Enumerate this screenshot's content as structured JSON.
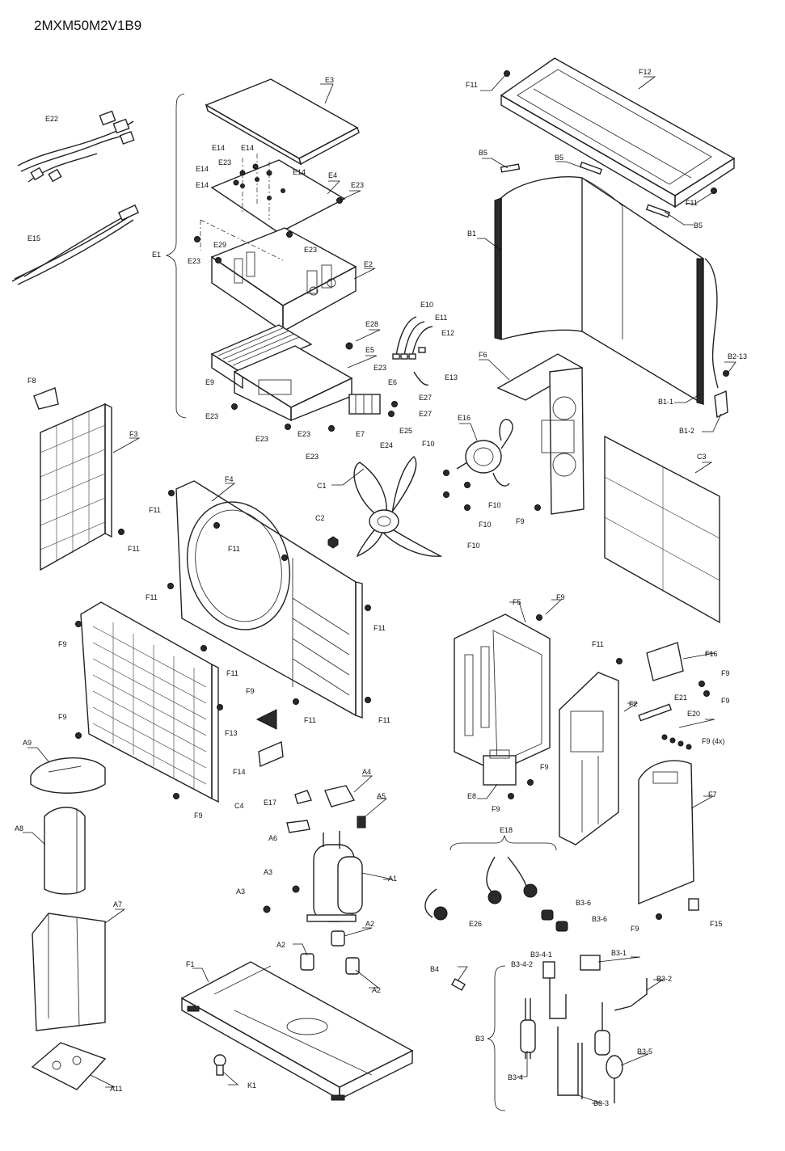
{
  "model": "2MXM50M2V1B9",
  "labels": {
    "E1": "E1",
    "E2": "E2",
    "E3": "E3",
    "E4": "E4",
    "E5": "E5",
    "E6": "E6",
    "E7": "E7",
    "E8": "E8",
    "E9": "E9",
    "E10": "E10",
    "E11": "E11",
    "E12": "E12",
    "E13": "E13",
    "E14": "E14",
    "E15": "E15",
    "E16": "E16",
    "E17": "E17",
    "E18": "E18",
    "E20": "E20",
    "E21": "E21",
    "E22": "E22",
    "E23": "E23",
    "E24": "E24",
    "E25": "E25",
    "E26": "E26",
    "E27": "E27",
    "E28": "E28",
    "E29": "E29",
    "F1": "F1",
    "F2": "F2",
    "F3": "F3",
    "F4": "F4",
    "F5": "F5",
    "F6": "F6",
    "F7": "F7",
    "F8": "F8",
    "F9": "F9",
    "F9_4x": "F9 (4x)",
    "F10": "F10",
    "F11": "F11",
    "F12": "F12",
    "F13": "F13",
    "F14": "F14",
    "F15": "F15",
    "F16": "F16",
    "C1": "C1",
    "C2": "C2",
    "C3": "C3",
    "C4": "C4",
    "A1": "A1",
    "A2": "A2",
    "A3": "A3",
    "A4": "A4",
    "A5": "A5",
    "A6": "A6",
    "A7": "A7",
    "A8": "A8",
    "A9": "A9",
    "A11": "A11",
    "B1": "B1",
    "B1_1": "B1-1",
    "B1_2": "B1-2",
    "B2_13": "B2-13",
    "B3": "B3",
    "B3_1": "B3-1",
    "B3_2": "B3-2",
    "B3_3": "B3-3",
    "B3_4": "B3-4",
    "B3_4_1": "B3-4-1",
    "B3_4_2": "B3-4-2",
    "B3_5": "B3-5",
    "B3_6": "B3-6",
    "B4": "B4",
    "B5": "B5",
    "K1": "K1"
  }
}
